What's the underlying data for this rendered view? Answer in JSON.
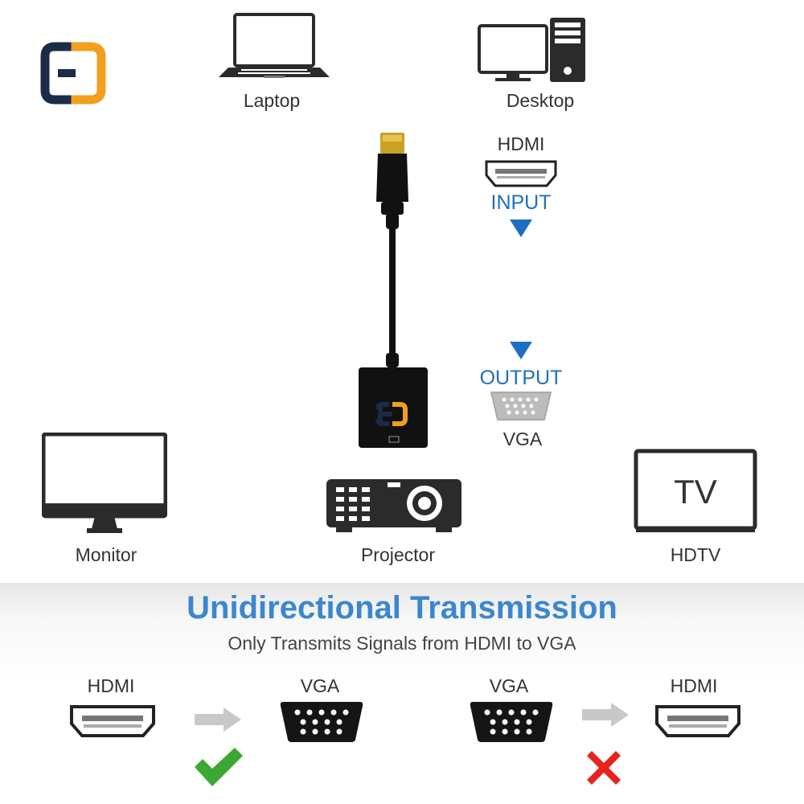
{
  "devices": {
    "laptop": "Laptop",
    "desktop": "Desktop",
    "monitor": "Monitor",
    "projector": "Projector",
    "hdtv": "HDTV",
    "tv_screen_text": "TV"
  },
  "adapter": {
    "input_port": "HDMI",
    "input_direction": "INPUT",
    "output_direction": "OUTPUT",
    "output_port": "VGA"
  },
  "transmission": {
    "title": "Unidirectional Transmission",
    "subtitle": "Only Transmits Signals from HDMI to VGA",
    "supported": {
      "from": "HDMI",
      "to": "VGA"
    },
    "unsupported": {
      "from": "VGA",
      "to": "HDMI"
    }
  },
  "colors": {
    "brand_navy": "#1b2b48",
    "brand_orange": "#f29f1f",
    "accent_blue": "#1d6fc2",
    "check_green": "#3aa832",
    "cross_red": "#e8221c"
  },
  "icons": {
    "logo": "brand-logo-icon",
    "check": "check-icon",
    "cross": "cross-icon"
  }
}
